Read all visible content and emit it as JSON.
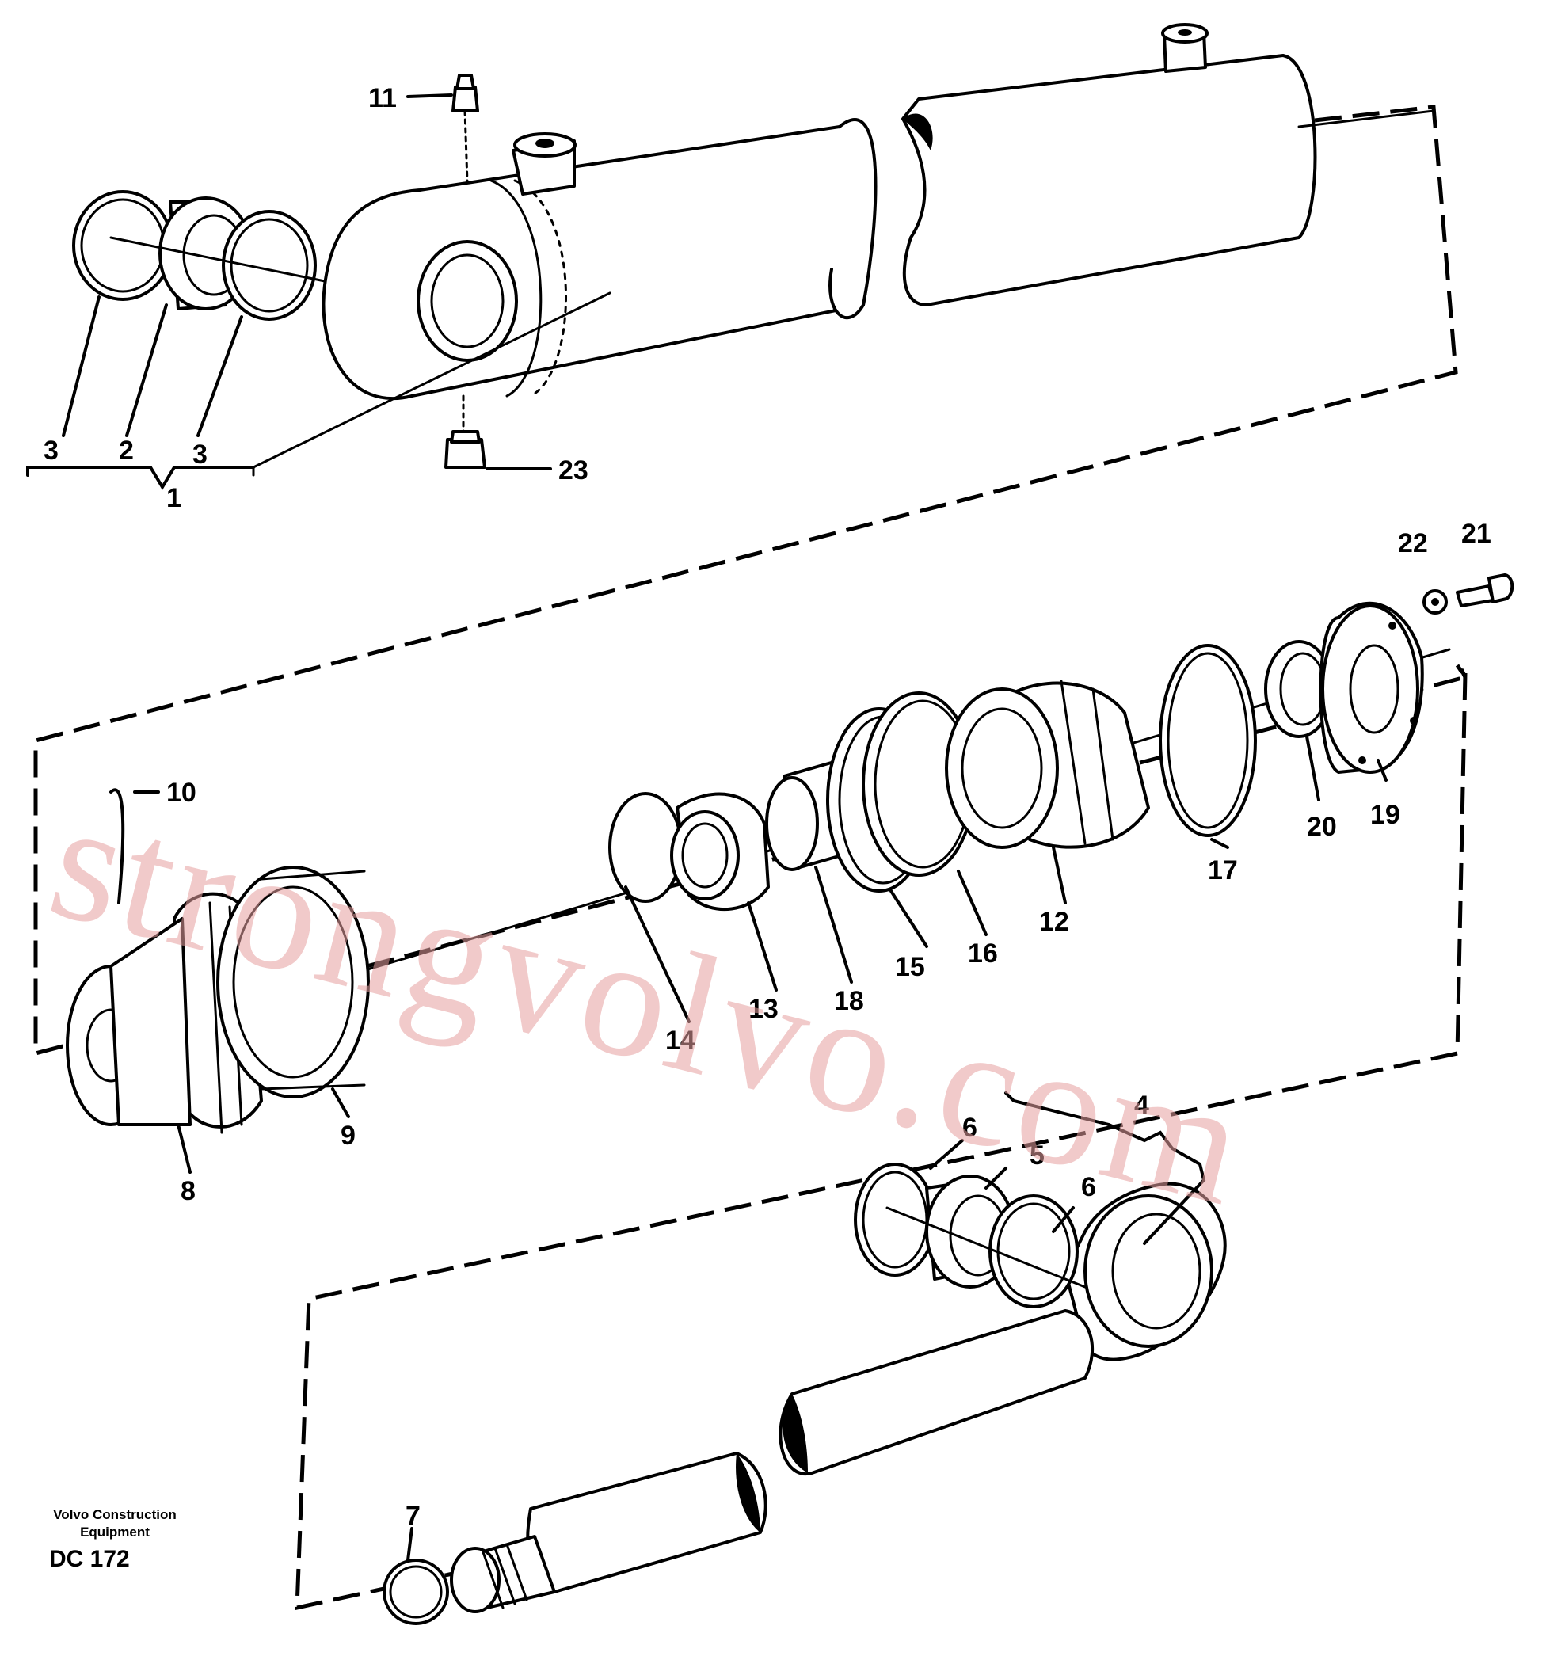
{
  "callouts": [
    "1",
    "2",
    "3",
    "3",
    "4",
    "5",
    "6",
    "6",
    "7",
    "8",
    "9",
    "10",
    "11",
    "12",
    "13",
    "14",
    "15",
    "16",
    "17",
    "18",
    "19",
    "20",
    "21",
    "22",
    "23"
  ],
  "caption": {
    "line1": "Volvo Construction",
    "line2": "Equipment",
    "code": "DC 172"
  },
  "watermark": "strongvolvo.com",
  "colors": {
    "ink": "#000000",
    "watermark": "#e7a0a0",
    "background": "#ffffff"
  }
}
